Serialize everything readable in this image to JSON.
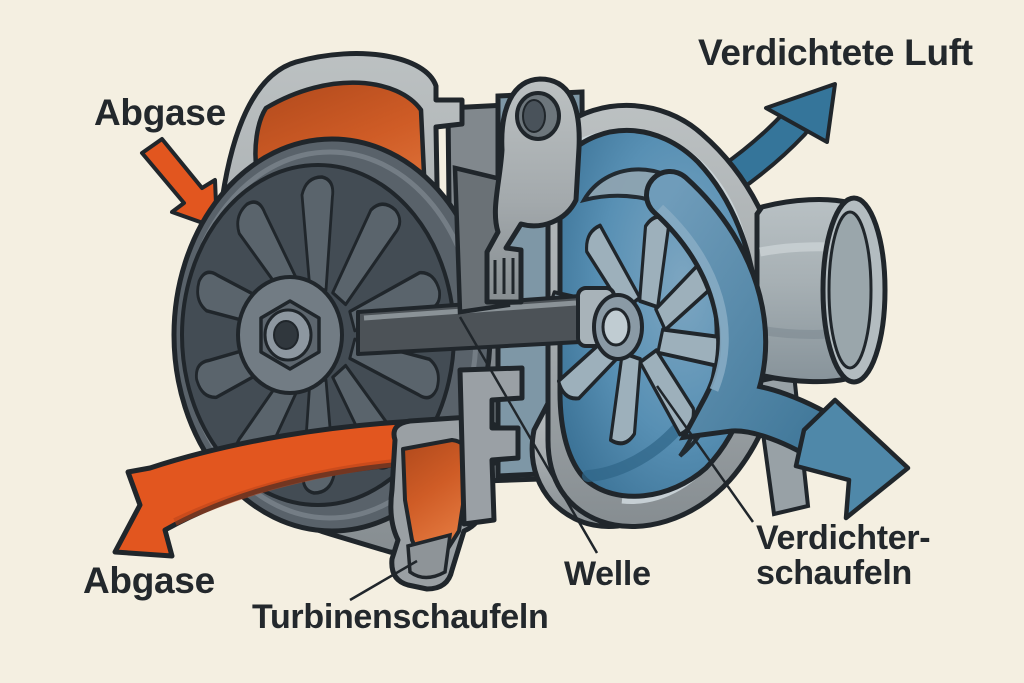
{
  "figure": {
    "type": "cutaway-diagram",
    "subject": "turbocharger",
    "background_color": "#f4efe1",
    "outline_color": "#20262b",
    "labels": {
      "exhaust_in_top": "Abgase",
      "exhaust_in_bottom": "Abgase",
      "compressed_air_out": "Verdichtete Luft",
      "turbine_blades": "Turbinenschaufeln",
      "shaft": "Welle",
      "compressor_blades_line1": "Verdichter-",
      "compressor_blades_line2": "schaufeln"
    },
    "colors": {
      "exhaust_flow_orange": "#e2561f",
      "exhaust_volute_orange": "#c2511f",
      "air_arrow_blue": "#35759a",
      "air_ribbon_blue": "#4f88a9",
      "compressor_interior_blue": "#5890b4",
      "housing_gray": "#a6abae",
      "turbine_wheel_gray": "#4a545c",
      "text_color": "#23282c"
    },
    "flows": [
      {
        "label": "Abgase",
        "color": "#e2561f",
        "direction": "in, top-left and bottom-left"
      },
      {
        "label": "Verdichtete Luft",
        "color": "#35759a",
        "direction": "out, top-right and bottom-right"
      }
    ]
  }
}
